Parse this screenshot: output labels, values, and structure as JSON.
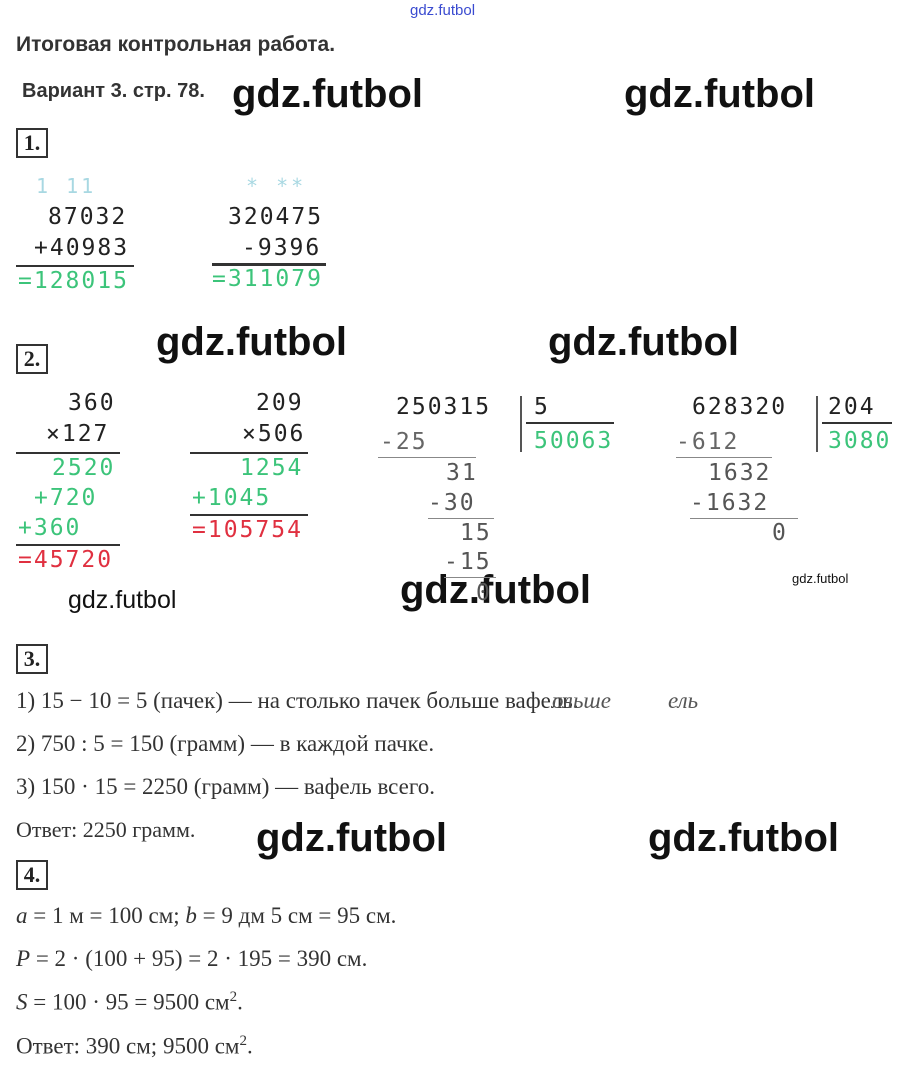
{
  "watermark": {
    "text": "gdz.futbol"
  },
  "header": {
    "title": "Итоговая контрольная работа.",
    "variant": "Вариант 3. стр. 78."
  },
  "task1": {
    "num": "1.",
    "add": {
      "carry": "1  11",
      "a": "87032",
      "b": "+40983",
      "result": "=128015"
    },
    "sub": {
      "carry": "*  **",
      "a": "320475",
      "b": "-9396",
      "result": "=311079"
    }
  },
  "task2": {
    "num": "2.",
    "mul1": {
      "a": "360",
      "b": "×127",
      "p1": "2520",
      "p2": "+720",
      "p3": "+360",
      "result": "=45720"
    },
    "mul2": {
      "a": "209",
      "b": "×506",
      "p1": "1254",
      "p2": "+1045",
      "result": "=105754"
    },
    "div1": {
      "dividend": "250315",
      "divisor": "5",
      "quotient": "50063",
      "s1": "-25",
      "r1": "31",
      "s2": "-30",
      "r2": "15",
      "s3": "-15",
      "r3": "0"
    },
    "div2": {
      "dividend": "628320",
      "divisor": "204",
      "quotient": "3080",
      "s1": "-612",
      "r1": "1632",
      "s2": "-1632",
      "r2": "0"
    }
  },
  "task3": {
    "num": "3.",
    "line1": "1) 15 − 10 = 5 (пачек) — на столько пачек больше вафель.",
    "ghost1": "ольше",
    "ghost2": "ель",
    "line2": "2) 750 : 5 = 150 (грамм) — в каждой пачке.",
    "line3": "3) 150 · 15 = 2250 (грамм) — вафель всего.",
    "answer": "Ответ:  2250 грамм."
  },
  "task4": {
    "num": "4.",
    "line1_a": "a",
    "line1_b": " = 1 м = 100 см;   ",
    "line1_c": "b",
    "line1_d": " = 9 дм 5 см = 95 см.",
    "line2_a": "P",
    "line2_b": " = 2 · (100 + 95) = 2 · 195 = 390 см.",
    "line3_a": "S",
    "line3_b": " = 100 · 95 = 9500 см",
    "sup": "2",
    "line3_c": ".",
    "answer_a": "Ответ:  390 см;   9500 см",
    "answer_c": "."
  }
}
